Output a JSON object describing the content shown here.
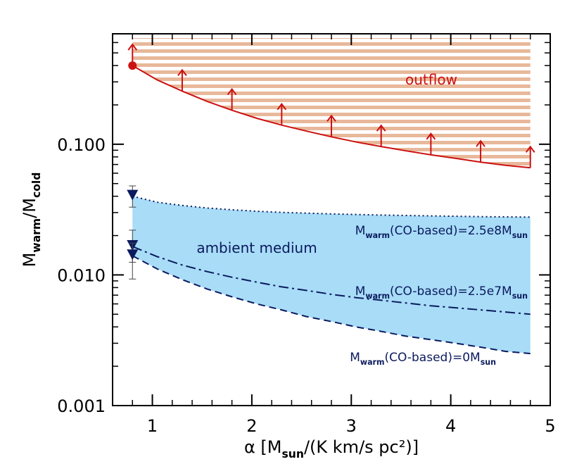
{
  "chart_data": {
    "type": "line",
    "xlabel": "α [M_sun/(K km/s pc²)]",
    "ylabel": "M_warm/M_cold",
    "xlim": [
      0.6,
      5.0
    ],
    "ylim": [
      0.001,
      0.7
    ],
    "y_scale": "log",
    "x_ticks": [
      1,
      2,
      3,
      4,
      5
    ],
    "x_tick_labels": [
      "1",
      "2",
      "3",
      "4",
      "5"
    ],
    "y_ticks": [
      0.001,
      0.01,
      0.1
    ],
    "y_tick_labels": [
      "0.001",
      "0.010",
      "0.100"
    ],
    "grid": false,
    "x": [
      0.8,
      1.05,
      1.3,
      1.55,
      1.8,
      2.05,
      2.3,
      2.55,
      2.8,
      3.05,
      3.3,
      3.55,
      3.8,
      4.05,
      4.3,
      4.55,
      4.8
    ],
    "series": [
      {
        "style": "solid",
        "color": "#cc1111",
        "values": [
          0.4,
          0.31,
          0.255,
          0.213,
          0.182,
          0.158,
          0.14,
          0.126,
          0.114,
          0.104,
          0.096,
          0.089,
          0.083,
          0.078,
          0.073,
          0.069,
          0.066
        ]
      },
      {
        "style": "dotted",
        "color": "#0b1a5e",
        "values": [
          0.04,
          0.036,
          0.034,
          0.0325,
          0.0315,
          0.0307,
          0.0301,
          0.0297,
          0.0293,
          0.029,
          0.0287,
          0.0285,
          0.0283,
          0.0281,
          0.0279,
          0.0278,
          0.0277
        ]
      },
      {
        "style": "dashdot",
        "color": "#0b1a5e",
        "values": [
          0.0165,
          0.0138,
          0.0119,
          0.0106,
          0.0096,
          0.0088,
          0.0081,
          0.0076,
          0.0071,
          0.0067,
          0.0064,
          0.0061,
          0.0058,
          0.0056,
          0.0054,
          0.0052,
          0.005
        ]
      },
      {
        "style": "dashed",
        "color": "#0b1a5e",
        "values": [
          0.014,
          0.0111,
          0.0092,
          0.0078,
          0.0068,
          0.006,
          0.0054,
          0.0048,
          0.0044,
          0.004,
          0.0037,
          0.0034,
          0.0032,
          0.003,
          0.0028,
          0.0026,
          0.0025
        ]
      }
    ],
    "outflow_region": {
      "upper": 0.65,
      "arrows_x": [
        0.8,
        1.3,
        1.8,
        2.3,
        2.8,
        3.3,
        3.8,
        4.3,
        4.8
      ],
      "fill": "#e8b89a",
      "arrow_color": "#cc1111"
    },
    "ambient_region": {
      "fill": "#a8dcf7"
    },
    "points": [
      {
        "x": 0.8,
        "y": 0.4,
        "marker": "circle",
        "color": "#cc1111"
      },
      {
        "x": 0.8,
        "y": 0.04,
        "marker": "triangle-down",
        "color": "#0b1a5e",
        "err": [
          0.033,
          0.048
        ]
      },
      {
        "x": 0.8,
        "y": 0.0165,
        "marker": "triangle-down",
        "color": "#0b1a5e",
        "err": [
          0.0125,
          0.022
        ]
      },
      {
        "x": 0.8,
        "y": 0.014,
        "marker": "triangle-down",
        "color": "#0b1a5e",
        "err": [
          0.0093,
          0.0175
        ]
      }
    ],
    "annotations": {
      "outflow": "outflow",
      "ambient": "ambient medium",
      "line1": "M_warm(CO-based)=2.5e8M_sun",
      "line2": "M_warm(CO-based)=2.5e7M_sun",
      "line3": "M_warm(CO-based)=0M_sun"
    }
  }
}
